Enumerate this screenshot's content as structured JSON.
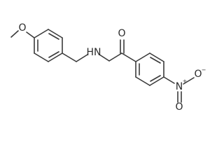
{
  "labels": {
    "o_methoxy": "O",
    "nh": "HN",
    "o_carbonyl": "O",
    "n_nitro": "N",
    "n_charge": "+",
    "o_nitro_minus": "O",
    "o_minus_charge": "−",
    "o_nitro": "O"
  }
}
